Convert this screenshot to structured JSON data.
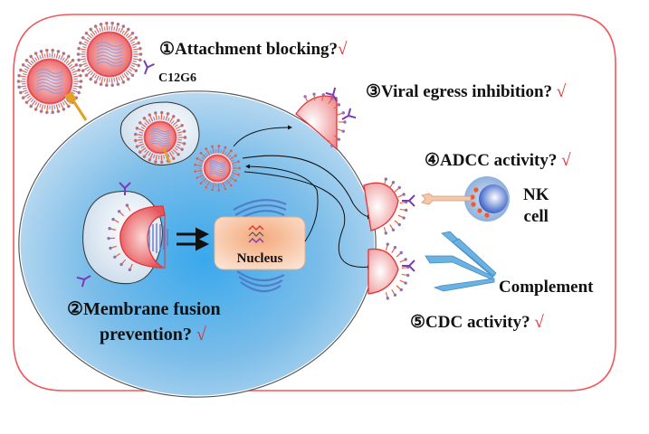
{
  "title": "C12G6 antibody mechanisms of action against virus",
  "antibody_label": "C12G6",
  "check_mark": "√",
  "mechanisms": [
    {
      "number": "①",
      "label": "Attachment blocking?",
      "result": "√"
    },
    {
      "number": "②",
      "label_line1": "Membrane fusion",
      "label_line2": "prevention?",
      "result": "√"
    },
    {
      "number": "③",
      "label": "Viral egress inhibition?",
      "result": "√"
    },
    {
      "number": "④",
      "label": "ADCC activity?",
      "result": "√"
    },
    {
      "number": "⑤",
      "label": "CDC activity?",
      "result": "√"
    }
  ],
  "components": {
    "nucleus": "Nucleus",
    "nk_cell_line1": "NK",
    "nk_cell_line2": "cell",
    "complement": "Complement"
  },
  "colors": {
    "frame": "#f0585c",
    "check": "#e8242a",
    "cell_fill": "#8cc4ec",
    "virus_fill": "#ee6f72",
    "antibody": "#7a3cb5",
    "receptor": "#e2a024",
    "nk_cell": "#5d8ad6",
    "complement": "#5aa8dc",
    "nucleus_fill": "#f6c9a8"
  }
}
